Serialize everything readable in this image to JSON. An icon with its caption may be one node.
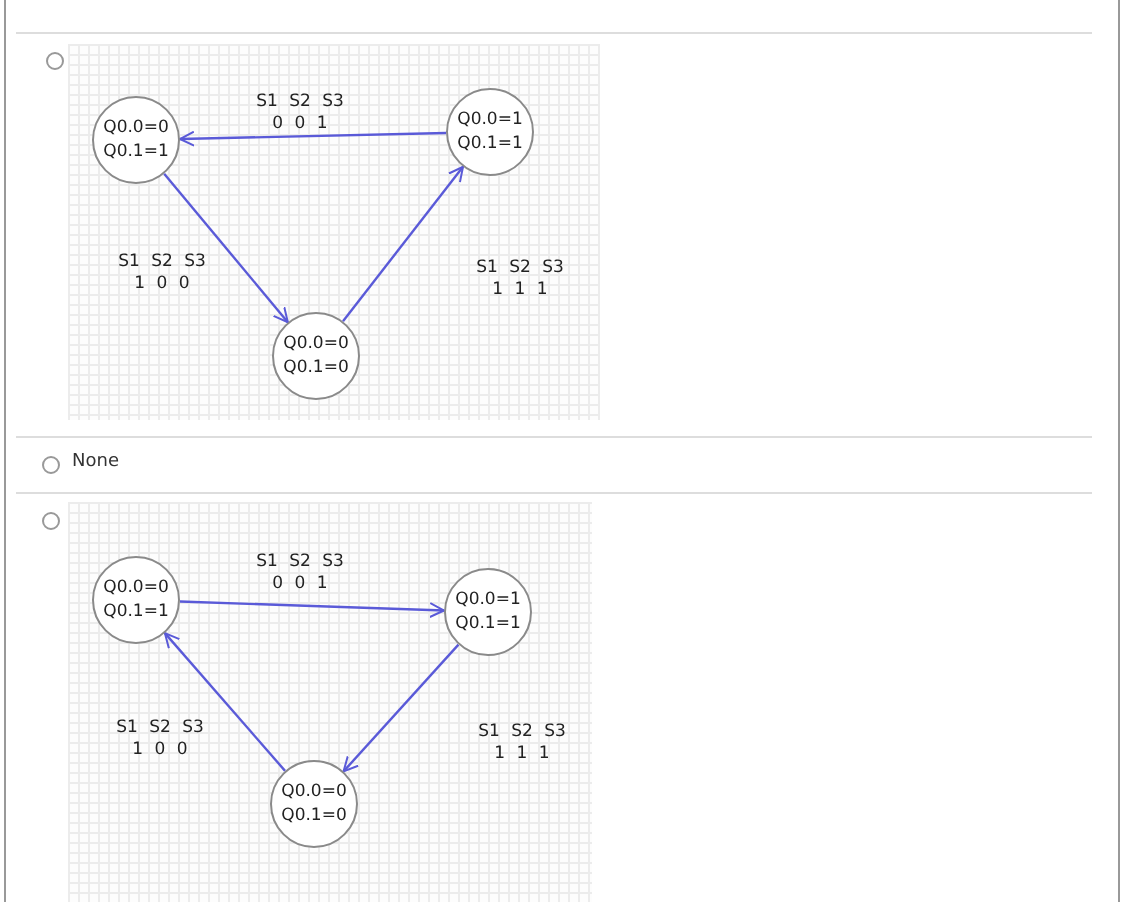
{
  "diagram": {
    "nodes": [
      {
        "text": [
          "Q0.0=0",
          "Q0.1=1"
        ]
      },
      {
        "text": [
          "Q0.0=1",
          "Q0.1=1"
        ]
      },
      {
        "text": [
          "Q0.0=0",
          "Q0.1=0"
        ]
      },
      {
        "text": [
          "Q0.0=0",
          "Q0.1=1"
        ]
      },
      {
        "text": [
          "Q0.0=1",
          "Q0.1=1"
        ]
      },
      {
        "text": [
          "Q0.0=0",
          "Q0.1=0"
        ]
      }
    ],
    "edges": [
      {
        "from": 1,
        "to": 0,
        "arrow": "to",
        "label": "S1 S2 S3 0 0 1"
      },
      {
        "from": 0,
        "to": 2,
        "arrow": "to",
        "label": "S1 S2 S3 1 0 0"
      },
      {
        "from": 2,
        "to": 1,
        "arrow": "to",
        "label": "S1 S2 S3 1 1 1"
      },
      {
        "from": 3,
        "to": 4,
        "arrow": "to",
        "label": "S1 S2 S3 0 0 1"
      },
      {
        "from": 4,
        "to": 5,
        "arrow": "to",
        "label": "S1 S2 S3 1 1 1"
      },
      {
        "from": 5,
        "to": 3,
        "arrow": "to",
        "label": "S1 S2 S3 1 0 0"
      }
    ],
    "labels": [
      "None"
    ]
  }
}
